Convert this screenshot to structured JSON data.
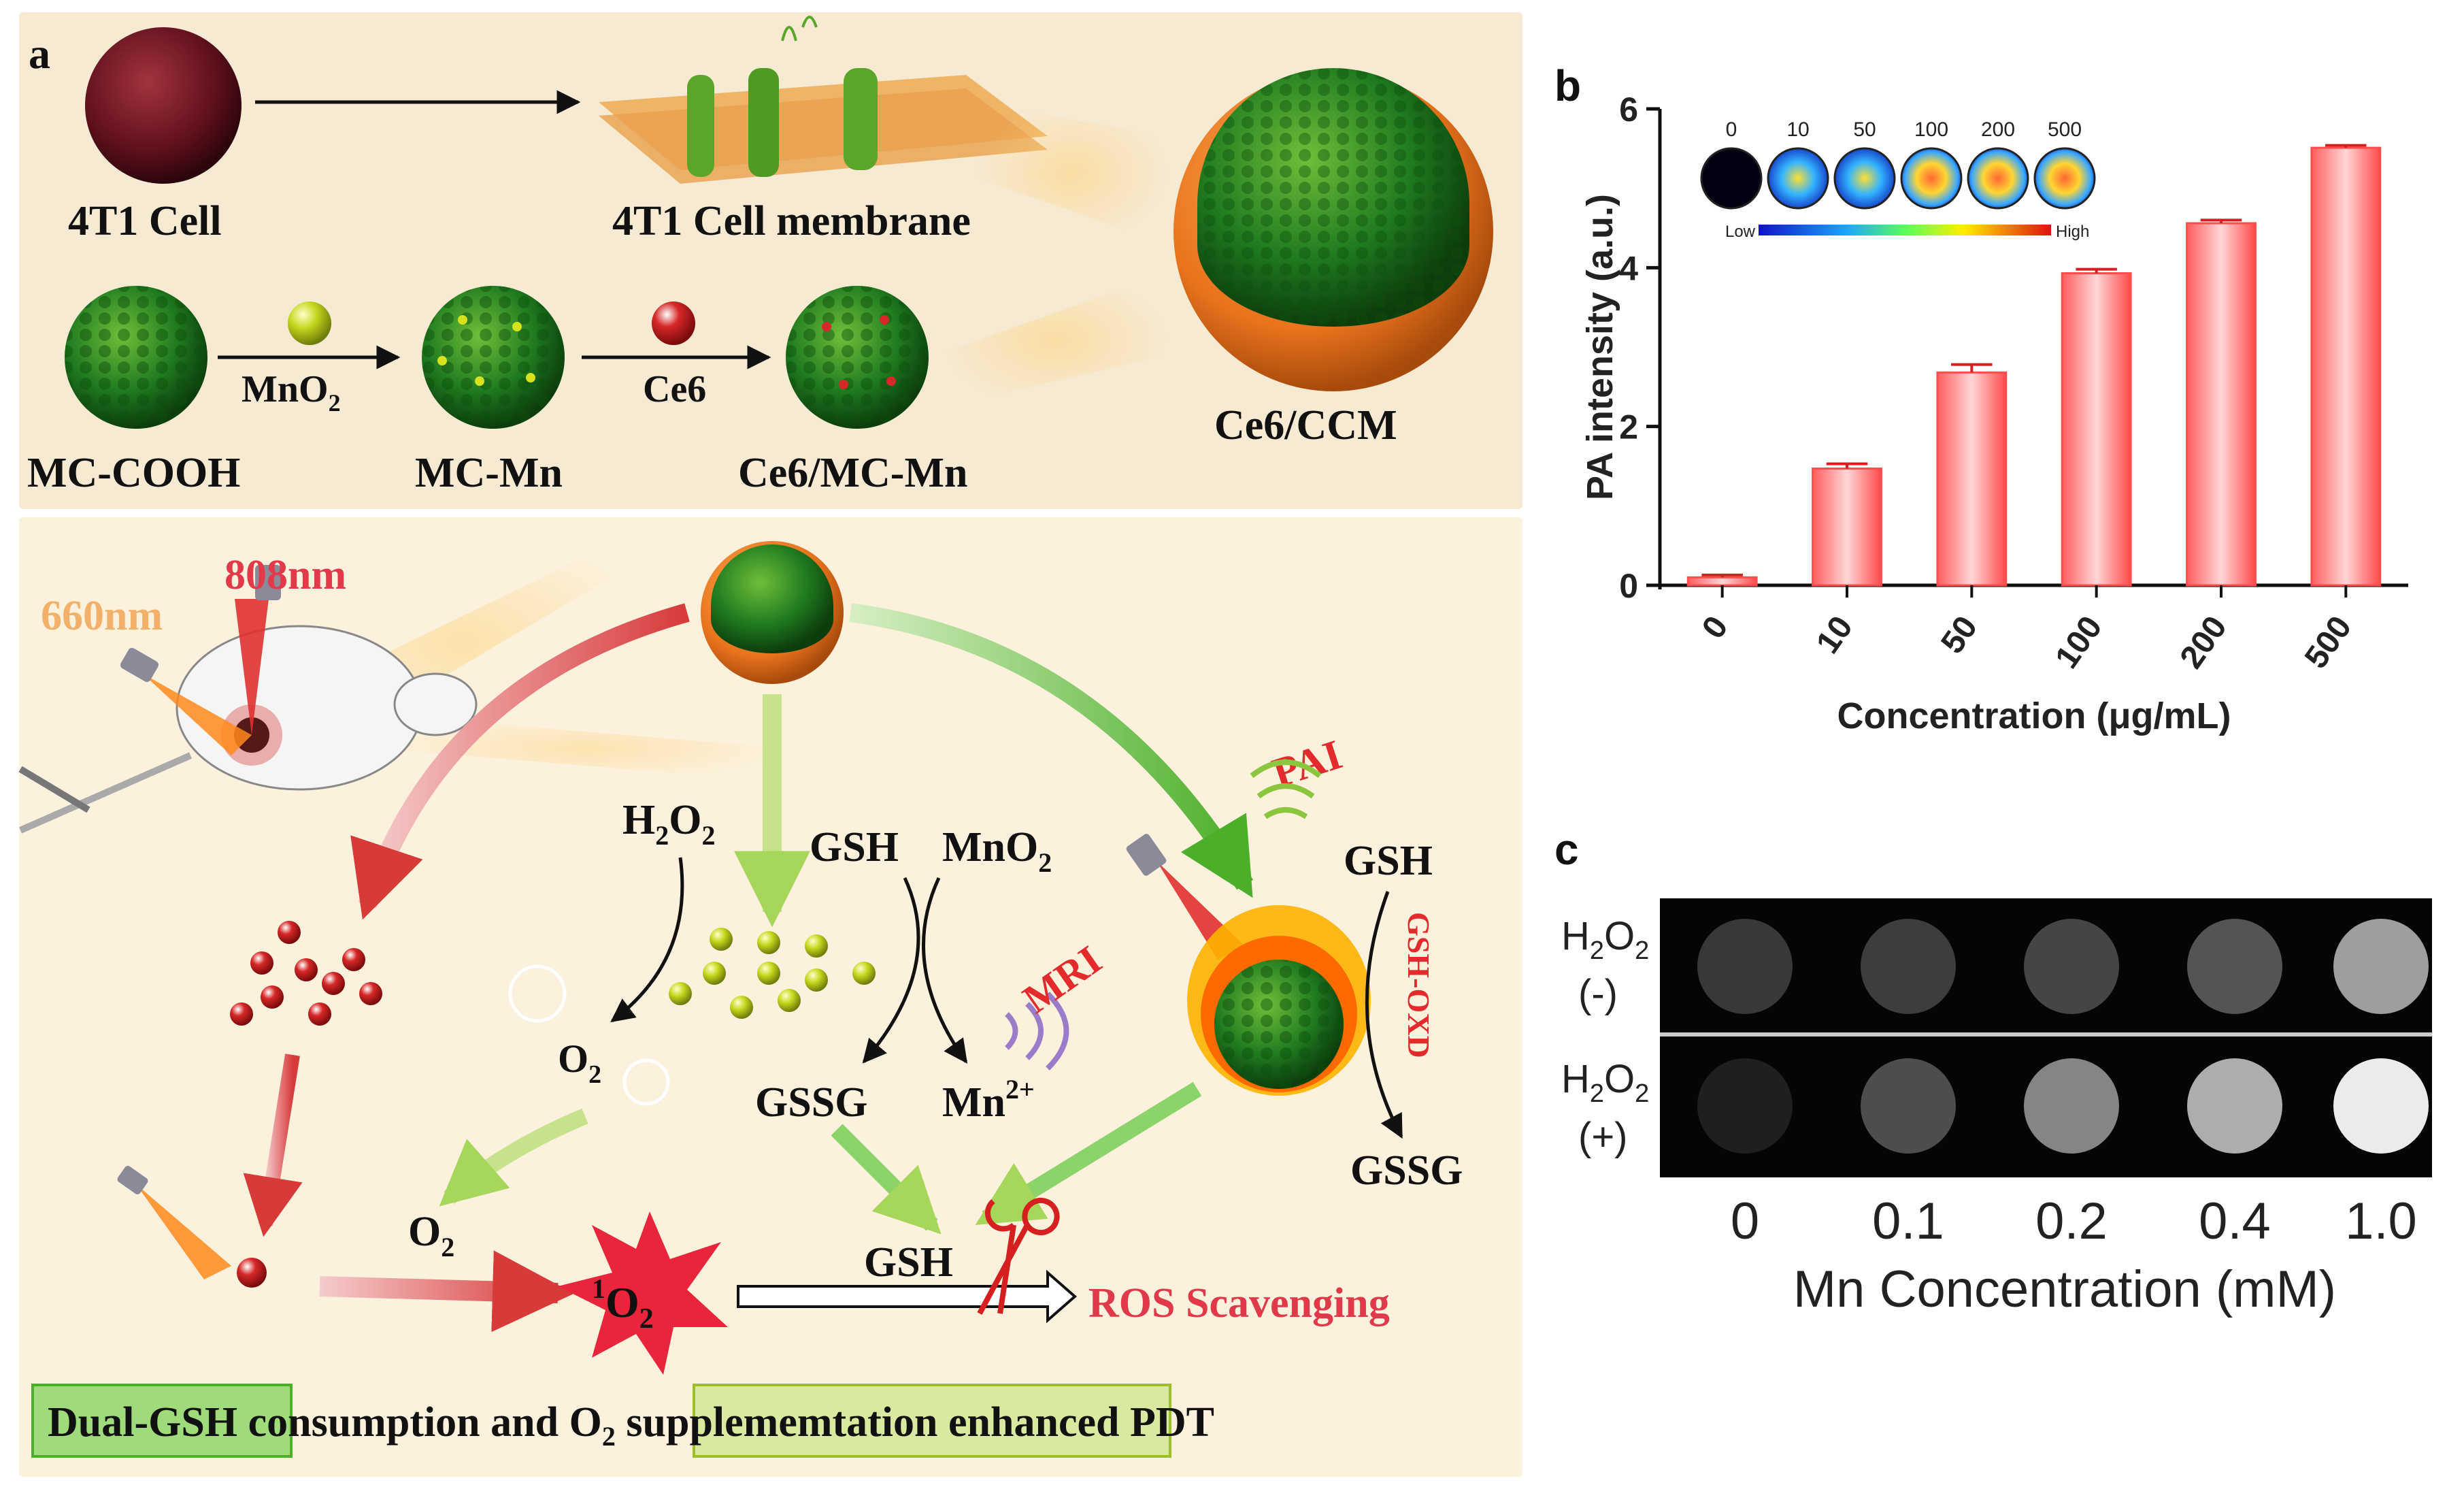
{
  "panel_a": {
    "letter": "a",
    "top": {
      "cell": "4T1 Cell",
      "membrane": "4T1 Cell membrane",
      "mc_cooh": "MC-COOH",
      "mnO2_label": "MnO",
      "mnO2_sub": "2",
      "mc_mn": "MC-Mn",
      "ce6_label": "Ce6",
      "ce6_mc_mn": "Ce6/MC-Mn",
      "ce6_ccm": "Ce6/CCM"
    },
    "bottom": {
      "nm660": "660nm",
      "nm808": "808nm",
      "h2o2_main": "H",
      "h2o2_sub1": "2",
      "h2o2_o": "O",
      "h2o2_sub2": "2",
      "gsh_mid": "GSH",
      "mno2_main": "MnO",
      "mno2_sub": "2",
      "o2_small_main": "O",
      "o2_small_sub": "2",
      "gssg_mid": "GSSG",
      "mn2_main": "Mn",
      "mn2_sup": "2+",
      "mri": "MRI",
      "pai": "PAI",
      "gsh_right": "GSH",
      "gsh_oxd": "GSH-OXD",
      "gssg_right": "GSSG",
      "o2_main": "O",
      "o2_sub": "2",
      "singlet_sup": "1",
      "singlet_main": "O",
      "singlet_sub": "2",
      "gsh_bottom": "GSH",
      "ros": "ROS Scavenging",
      "banner_dual": "Dual-GSH",
      "banner_consumption": " consumption and ",
      "banner_o2": "O",
      "banner_o2_sub": "2",
      "banner_supp": " suppleme​mtation",
      "banner_enhanced": " enhanced PDT"
    }
  },
  "panel_b": {
    "letter": "b",
    "inset_labels": [
      "0",
      "10",
      "50",
      "100",
      "200",
      "500"
    ],
    "colorbar_low": "Low",
    "colorbar_high": "High",
    "chart_data": {
      "type": "bar",
      "categories": [
        "0",
        "10",
        "50",
        "100",
        "200",
        "500"
      ],
      "values": [
        0.1,
        1.47,
        2.68,
        3.93,
        4.56,
        5.51
      ],
      "errors": [
        0.03,
        0.06,
        0.1,
        0.05,
        0.04,
        0.03
      ],
      "xlabel": "Concentration (μg/mL)",
      "ylabel": "PA intensity (a.u.)",
      "ylim": [
        0,
        6
      ],
      "yticks": [
        "0",
        "2",
        "4",
        "6"
      ],
      "bar_color": "#ff4d4d"
    }
  },
  "panel_c": {
    "letter": "c",
    "row1_h": "H",
    "row1_sub": "2",
    "row1_o": "O",
    "row1_sub2": "2",
    "row1_sign": "(-)",
    "row2_h": "H",
    "row2_sub": "2",
    "row2_o": "O",
    "row2_sub2": "2",
    "row2_sign": "(+)",
    "concentrations": [
      "0",
      "0.1",
      "0.2",
      "0.4",
      "1.0"
    ],
    "minus_brightness": [
      0.22,
      0.24,
      0.27,
      0.33,
      0.62
    ],
    "plus_brightness": [
      0.12,
      0.3,
      0.52,
      0.68,
      0.92
    ],
    "xlabel": "Mn Concentration (mM)"
  }
}
